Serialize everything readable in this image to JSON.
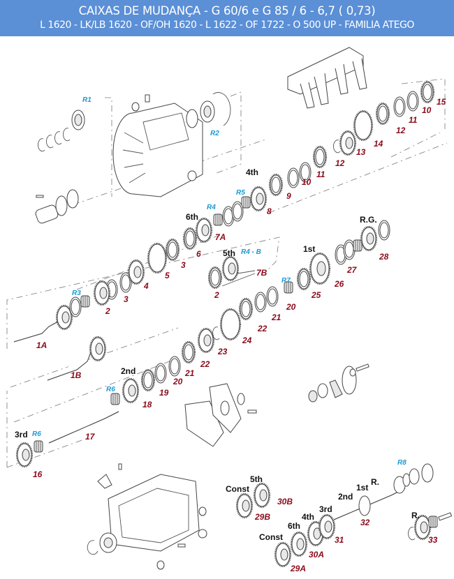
{
  "header": {
    "title": "CAIXAS DE MUDANÇA - G 60/6  e  G 85 / 6 - 6,7 ( 0,73)",
    "subtitle": "L 1620 - LK/LB 1620 - OF/OH 1620 - L 1622 - OF 1722 - O 500 UP - FAMILIA ATEGO"
  },
  "colors": {
    "header_bg": "#5b8fd6",
    "part_label": "#8b0a1a",
    "reference_label": "#1a9ad6",
    "gear_name": "#111111"
  },
  "reference_labels": {
    "r1": "R1",
    "r2": "R2",
    "r3": "R3",
    "r4": "R4",
    "r4b": "R4 - B",
    "r5": "R5",
    "r6a": "R6",
    "r6b": "R6",
    "r7": "R7",
    "r8": "R8"
  },
  "gear_names": {
    "g4th_top": "4th",
    "g6th_top": "6th",
    "g5th_mid": "5th",
    "g1st_mid": "1st",
    "rg": "R.G.",
    "g2nd_left": "2nd",
    "g3rd_left": "3rd",
    "const_b": "Const",
    "g5th_b": "5th",
    "const_a": "Const",
    "g6th_a": "6th",
    "g4th_a": "4th",
    "g3rd_a": "3rd",
    "g2nd_a": "2nd",
    "g1st_a": "1st",
    "r_a": "R.",
    "r_b": "R."
  },
  "part_labels": {
    "p1a": "1A",
    "p1b": "1B",
    "p2a": "2",
    "p3a": "3",
    "p4": "4",
    "p5": "5",
    "p3b": "3",
    "p6": "6",
    "p7a": "7A",
    "p2b": "2",
    "p7b": "7B",
    "p8": "8",
    "p9": "9",
    "p10a": "10",
    "p11a": "11",
    "p12a": "12",
    "p13": "13",
    "p14": "14",
    "p12b": "12",
    "p11b": "11",
    "p10b": "10",
    "p15": "15",
    "p16": "16",
    "p17": "17",
    "p18": "18",
    "p19": "19",
    "p20a": "20",
    "p21a": "21",
    "p22a": "22",
    "p23": "23",
    "p24": "24",
    "p22b": "22",
    "p21b": "21",
    "p20b": "20",
    "p25": "25",
    "p26": "26",
    "p27": "27",
    "p28": "28",
    "p29a": "29A",
    "p29b": "29B",
    "p30a": "30A",
    "p30b": "30B",
    "p31": "31",
    "p32": "32",
    "p33": "33"
  }
}
